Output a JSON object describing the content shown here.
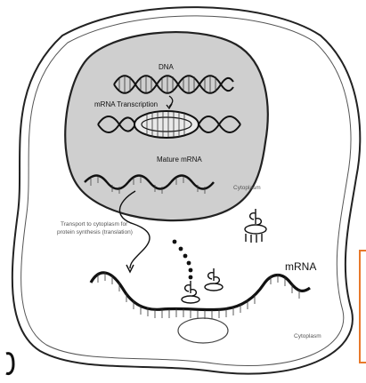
{
  "diagram": {
    "labels": {
      "dna": "DNA",
      "mrna_transcription": "mRNA Transcription",
      "mature_mrna": "Mature mRNA",
      "transport_line1": "Transport to cytoplasm for",
      "transport_line2": "protein synthesis (translation)",
      "cytoplasm_top": "Cytoplasm",
      "cytoplasm_bottom": "Cytoplasm",
      "mrna_cytoplasm": "mRNA"
    },
    "colors": {
      "nucleus_fill": "#cfcfcf",
      "membrane": "#222222",
      "accent_orange": "#e8792b"
    }
  }
}
